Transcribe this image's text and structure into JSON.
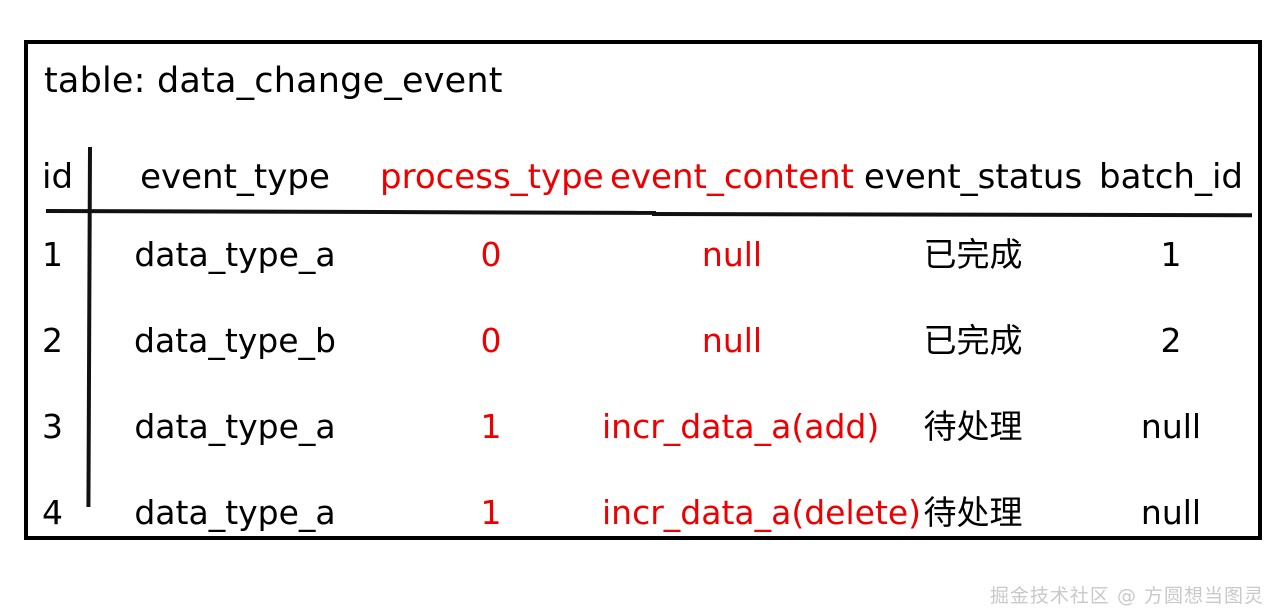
{
  "caption": "table: data_change_event",
  "colors": {
    "highlight": "#ee0000",
    "text": "#000000",
    "border": "#000000",
    "watermark": "#c9c9c9",
    "background": "#ffffff"
  },
  "table": {
    "name": "data_change_event",
    "columns": [
      {
        "key": "id",
        "label": "id",
        "color": "black"
      },
      {
        "key": "event_type",
        "label": "event_type",
        "color": "black"
      },
      {
        "key": "process_type",
        "label": "process_type",
        "color": "red"
      },
      {
        "key": "event_content",
        "label": "event_content",
        "color": "red"
      },
      {
        "key": "event_status",
        "label": "event_status",
        "color": "black"
      },
      {
        "key": "batch_id",
        "label": "batch_id",
        "color": "black"
      }
    ],
    "rows": [
      {
        "id": "1",
        "event_type": "data_type_a",
        "process_type": "0",
        "event_content": "null",
        "event_status": "已完成",
        "batch_id": "1",
        "colors": {
          "id": "black",
          "event_type": "black",
          "process_type": "red",
          "event_content": "red",
          "event_status": "black",
          "batch_id": "black"
        }
      },
      {
        "id": "2",
        "event_type": "data_type_b",
        "process_type": "0",
        "event_content": "null",
        "event_status": "已完成",
        "batch_id": "2",
        "colors": {
          "id": "black",
          "event_type": "black",
          "process_type": "red",
          "event_content": "red",
          "event_status": "black",
          "batch_id": "black"
        }
      },
      {
        "id": "3",
        "event_type": "data_type_a",
        "process_type": "1",
        "event_content": "incr_data_a(add)",
        "event_status": "待处理",
        "batch_id": "null",
        "colors": {
          "id": "black",
          "event_type": "black",
          "process_type": "red",
          "event_content": "red",
          "event_status": "black",
          "batch_id": "black"
        }
      },
      {
        "id": "4",
        "event_type": "data_type_a",
        "process_type": "1",
        "event_content": "incr_data_a(delete)",
        "event_status": "待处理",
        "batch_id": "null",
        "colors": {
          "id": "black",
          "event_type": "black",
          "process_type": "red",
          "event_content": "red",
          "event_status": "black",
          "batch_id": "black"
        }
      }
    ]
  },
  "watermark": "掘金技术社区 @ 方圆想当图灵"
}
